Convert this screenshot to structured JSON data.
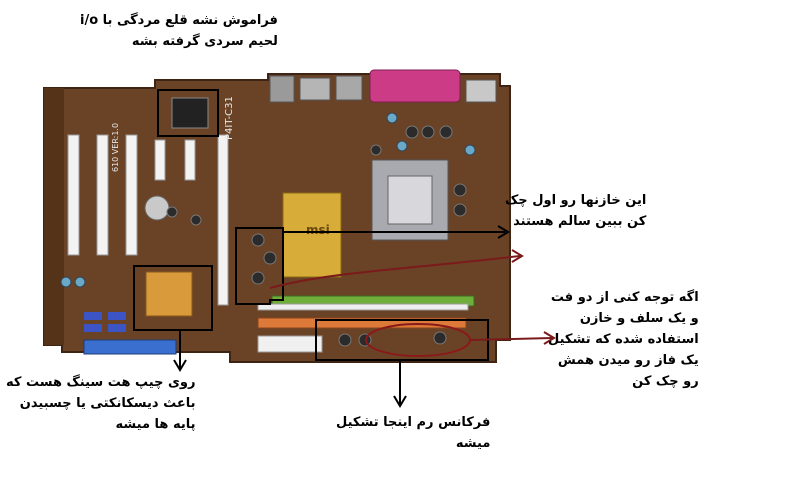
{
  "image": {
    "subject": "motherboard-photo",
    "board_color": "#6a4326",
    "annotation_box_color": "#000000",
    "arrow_color_dark": "#7a1a1a"
  },
  "board": {
    "model_label": "P4IT-C31",
    "brand_label": "msi",
    "version_label": "610 VER:1.0"
  },
  "annotations": {
    "io_chip": {
      "line1": "فراموش نشه قلع مردگی با  i/o",
      "line2": "لحیم سردی گرفته بشه"
    },
    "capacitors": {
      "line1": "این خازنها رو اول چک",
      "line2": "کن ببین سالم هستند"
    },
    "phase": {
      "line1": "اگه توجه کنی از دو فت",
      "line2": "و یک سلف و خازن",
      "line3": "استفاده شده که تشکیل",
      "line4": "یک فاز رو میدن همش",
      "line5": "رو چک کن"
    },
    "heatsink": {
      "line1": "روی چیپ هت سینگ هست که",
      "line2": "باعث دیسکانکتی یا چسبیدن",
      "line3": "پایه ها میشه"
    },
    "ram_freq": {
      "line1": "فرکانس رم اینجا تشکیل",
      "line2": "میشه"
    }
  }
}
